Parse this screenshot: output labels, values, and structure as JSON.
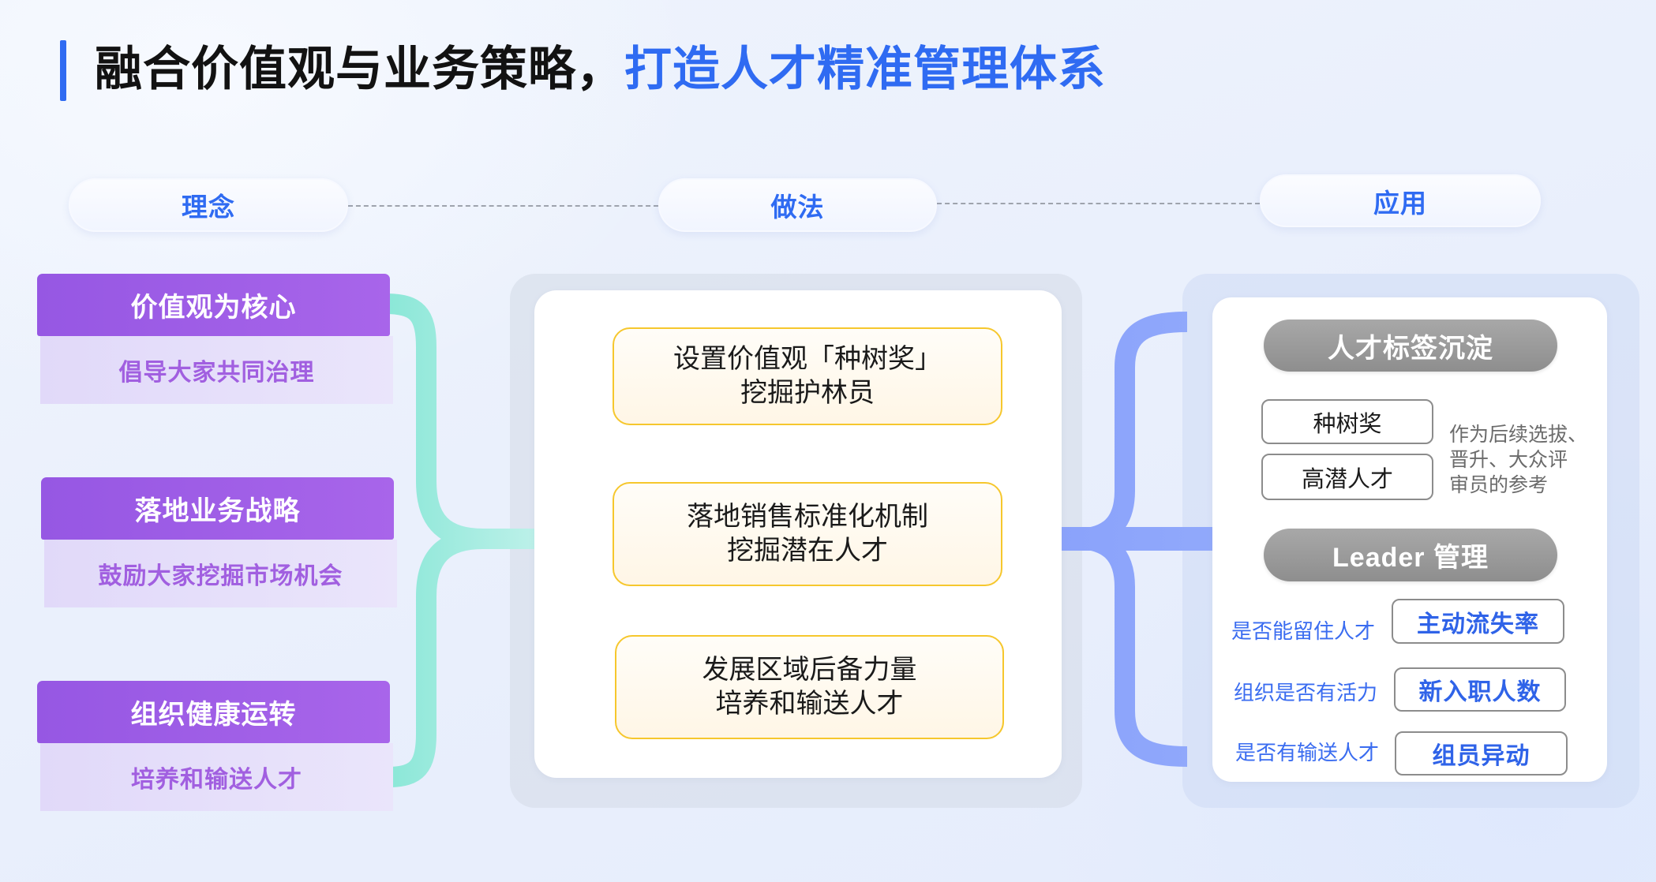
{
  "title": {
    "lead": "融合价值观与业务策略，",
    "highlight": "打造人才精准管理体系"
  },
  "stages": {
    "concept": "理念",
    "practice": "做法",
    "application": "应用"
  },
  "concepts": [
    {
      "title": "价值观为核心",
      "subtitle": "倡导大家共同治理"
    },
    {
      "title": "落地业务战略",
      "subtitle": "鼓励大家挖掘市场机会"
    },
    {
      "title": "组织健康运转",
      "subtitle": "培养和输送人才"
    }
  ],
  "practices": [
    {
      "lines": [
        "设置价值观「种树奖」",
        "挖掘护林员"
      ]
    },
    {
      "lines": [
        "落地销售标准化机制",
        "挖掘潜在人才"
      ]
    },
    {
      "lines": [
        "发展区域后备力量",
        "培养和输送人才"
      ]
    }
  ],
  "application": {
    "talent_tags": {
      "title": "人才标签沉淀",
      "tags": [
        "种树奖",
        "高潜人才"
      ],
      "note": [
        "作为后续选拔、",
        "晋升、大众评",
        "审员的参考"
      ]
    },
    "leader_management": {
      "title": "Leader 管理",
      "checks": [
        {
          "question": "是否能留住人才",
          "metric": "主动流失率"
        },
        {
          "question": "组织是否有活力",
          "metric": "新入职人数"
        },
        {
          "question": "是否有输送人才",
          "metric": "组员异动"
        }
      ]
    }
  },
  "colors": {
    "accent_blue": "#2f6bf2",
    "concept_purple": "#9d5ce6",
    "concept_lavender": "#e5dff9",
    "teal_connector": "#8ae7d7",
    "blue_connector": "#91a9fb",
    "card_yellow_border": "#f6c72d",
    "pill_gray": "#999999"
  }
}
